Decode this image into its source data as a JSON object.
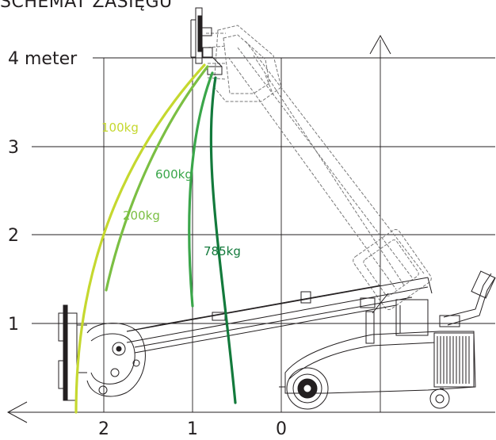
{
  "title": "SCHEMAT ZASIĘGU",
  "y_ticks": [
    {
      "label": "1",
      "value": 1
    },
    {
      "label": "2",
      "value": 2
    },
    {
      "label": "3",
      "value": 3
    },
    {
      "label": "4 meter",
      "value": 4
    }
  ],
  "x_ticks": [
    {
      "label": "2",
      "value": 2
    },
    {
      "label": "1",
      "value": 1
    },
    {
      "label": "0",
      "value": 0
    }
  ],
  "curves": [
    {
      "label": "100kg",
      "color": "#c5d82f"
    },
    {
      "label": "200kg",
      "color": "#7bbf43"
    },
    {
      "label": "600kg",
      "color": "#3aa64a"
    },
    {
      "label": "785kg",
      "color": "#137a3c"
    }
  ],
  "colors": {
    "text": "#231f20",
    "grid": "#231f20",
    "machine": "#231f20",
    "dashed": "#777777"
  }
}
